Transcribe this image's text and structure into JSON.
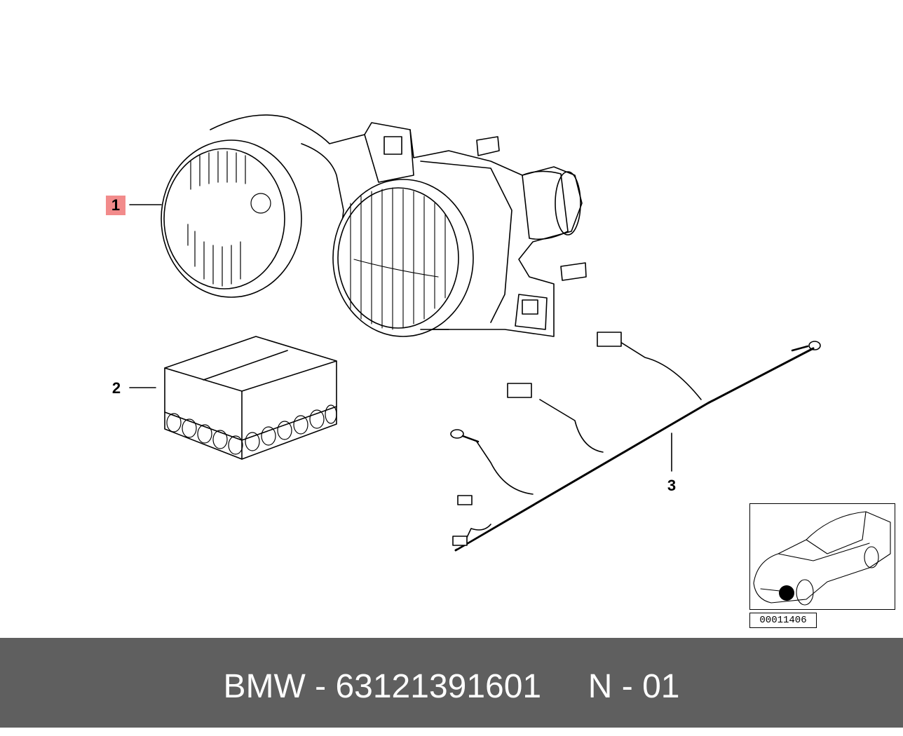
{
  "callouts": [
    "1",
    "2",
    "3"
  ],
  "reference_number": "00011406",
  "footer": {
    "brand": "BMW",
    "part_number": "63121391601",
    "diagram_code": "N - 01",
    "text": "BMW - 63121391601     N - 01"
  },
  "colors": {
    "footer_bg": "#5f5f5f",
    "callout_highlight": "#f28b8b",
    "line": "#000000"
  }
}
